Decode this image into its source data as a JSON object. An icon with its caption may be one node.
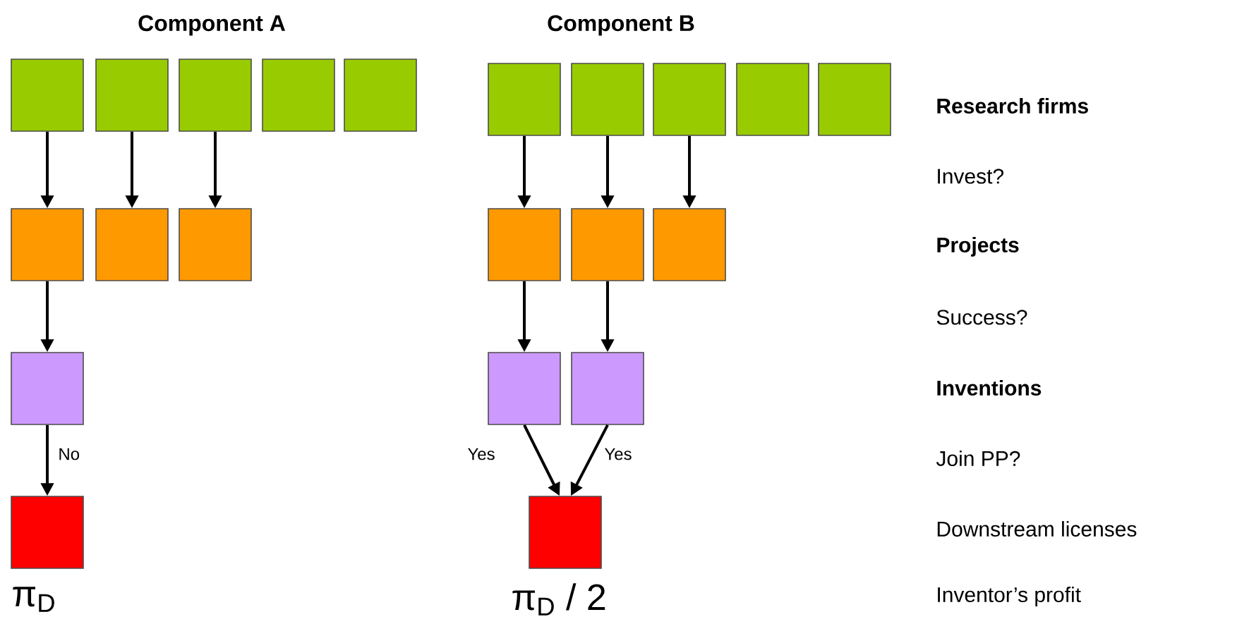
{
  "diagram": {
    "nodes": [
      {
        "text": [],
        "shape": "box"
      },
      {
        "text": [],
        "shape": "box"
      },
      {
        "text": [],
        "shape": "box"
      },
      {
        "text": [],
        "shape": "box"
      },
      {
        "text": [],
        "shape": "box"
      },
      {
        "text": [],
        "shape": "box"
      },
      {
        "text": [],
        "shape": "box"
      },
      {
        "text": [],
        "shape": "box"
      },
      {
        "text": [],
        "shape": "box"
      },
      {
        "text": [],
        "shape": "box"
      },
      {
        "text": [],
        "shape": "box"
      },
      {
        "text": [],
        "shape": "box"
      },
      {
        "text": [],
        "shape": "box"
      },
      {
        "text": [],
        "shape": "box"
      },
      {
        "text": [],
        "shape": "box"
      },
      {
        "text": [],
        "shape": "box"
      },
      {
        "text": [],
        "shape": "box"
      },
      {
        "text": [],
        "shape": "box"
      },
      {
        "text": [],
        "shape": "box"
      },
      {
        "text": [],
        "shape": "box",
        "beside": [
          "π$_{D}$"
        ]
      },
      {
        "text": [],
        "shape": "box",
        "beside": [
          "π$_{D}$ / 2"
        ]
      }
    ],
    "edges": [
      {
        "from": 0,
        "to": 10,
        "arrow": "to"
      },
      {
        "from": 1,
        "to": 11,
        "arrow": "to"
      },
      {
        "from": 2,
        "to": 12,
        "arrow": "to"
      },
      {
        "from": 5,
        "to": 13,
        "arrow": "to"
      },
      {
        "from": 6,
        "to": 14,
        "arrow": "to"
      },
      {
        "from": 7,
        "to": 15,
        "arrow": "to"
      },
      {
        "from": 10,
        "to": 16,
        "arrow": "to"
      },
      {
        "from": 13,
        "to": 17,
        "arrow": "to"
      },
      {
        "from": 14,
        "to": 18,
        "arrow": "to"
      },
      {
        "from": 16,
        "to": 19,
        "arrow": "to",
        "label": "No"
      },
      {
        "from": 17,
        "to": 20,
        "arrow": "to",
        "label": "Yes"
      },
      {
        "from": 18,
        "to": 20,
        "arrow": "to",
        "label": "Yes"
      }
    ],
    "labels": [
      "Component A",
      "Component B",
      "Research firms",
      "Invest?",
      "Projects",
      "Success?",
      "Inventions",
      "Join PP?",
      "Downstream licenses",
      "Inventor’s profit"
    ]
  }
}
